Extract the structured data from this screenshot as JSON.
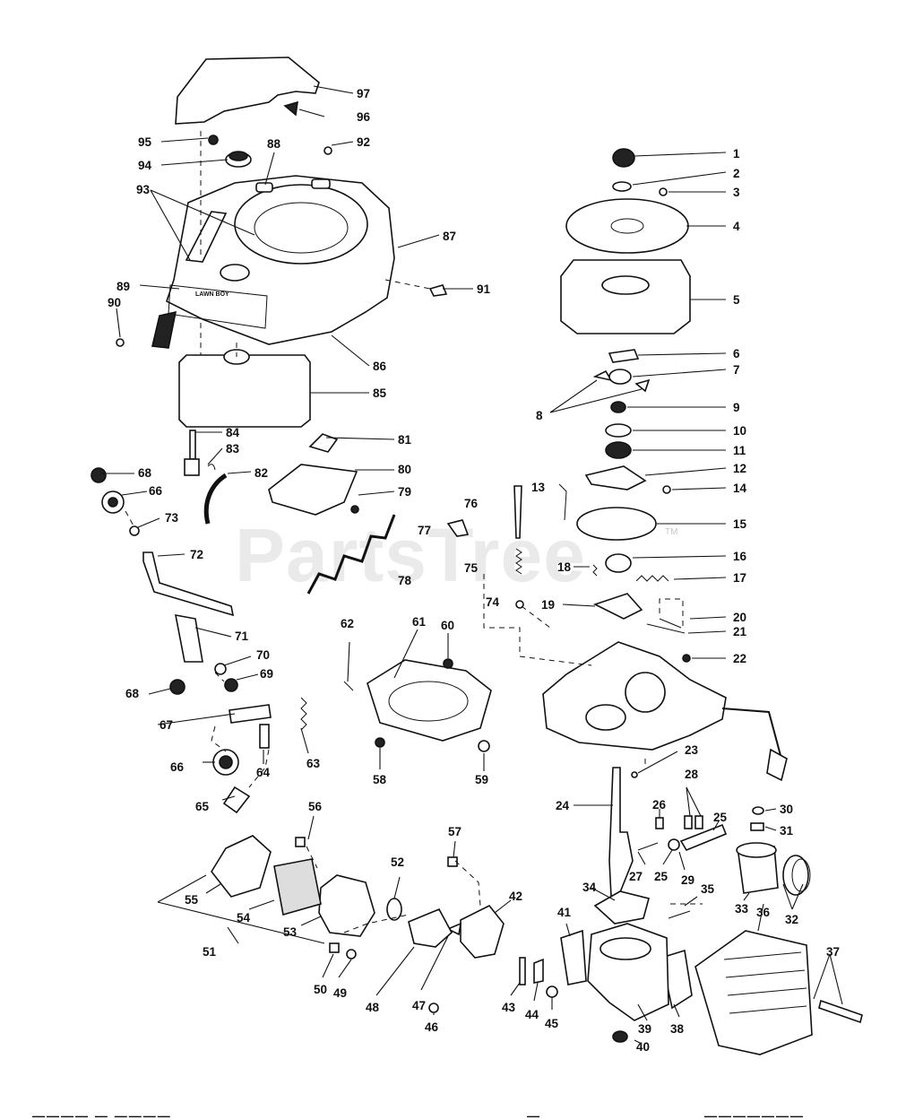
{
  "watermark": {
    "text": "PartsTree",
    "tm": "TM"
  },
  "decal_text": "LAWN BOY",
  "footer_fragments": [
    "———— — ————",
    "—",
    "———————"
  ],
  "callouts": [
    "1",
    "2",
    "3",
    "4",
    "5",
    "6",
    "7",
    "8",
    "9",
    "10",
    "11",
    "12",
    "13",
    "14",
    "15",
    "16",
    "17",
    "18",
    "19",
    "20",
    "21",
    "22",
    "23",
    "24",
    "25",
    "26",
    "27",
    "28",
    "29",
    "30",
    "31",
    "32",
    "33",
    "34",
    "35",
    "36",
    "37",
    "38",
    "39",
    "40",
    "41",
    "42",
    "43",
    "44",
    "45",
    "46",
    "47",
    "48",
    "49",
    "50",
    "51",
    "52",
    "53",
    "54",
    "55",
    "56",
    "57",
    "58",
    "59",
    "60",
    "61",
    "62",
    "63",
    "64",
    "65",
    "66",
    "67",
    "68",
    "69",
    "70",
    "71",
    "72",
    "73",
    "74",
    "75",
    "76",
    "77",
    "78",
    "79",
    "80",
    "81",
    "82",
    "83",
    "84",
    "85",
    "86",
    "87",
    "88",
    "89",
    "90",
    "91",
    "92",
    "93",
    "94",
    "95",
    "96",
    "97"
  ]
}
